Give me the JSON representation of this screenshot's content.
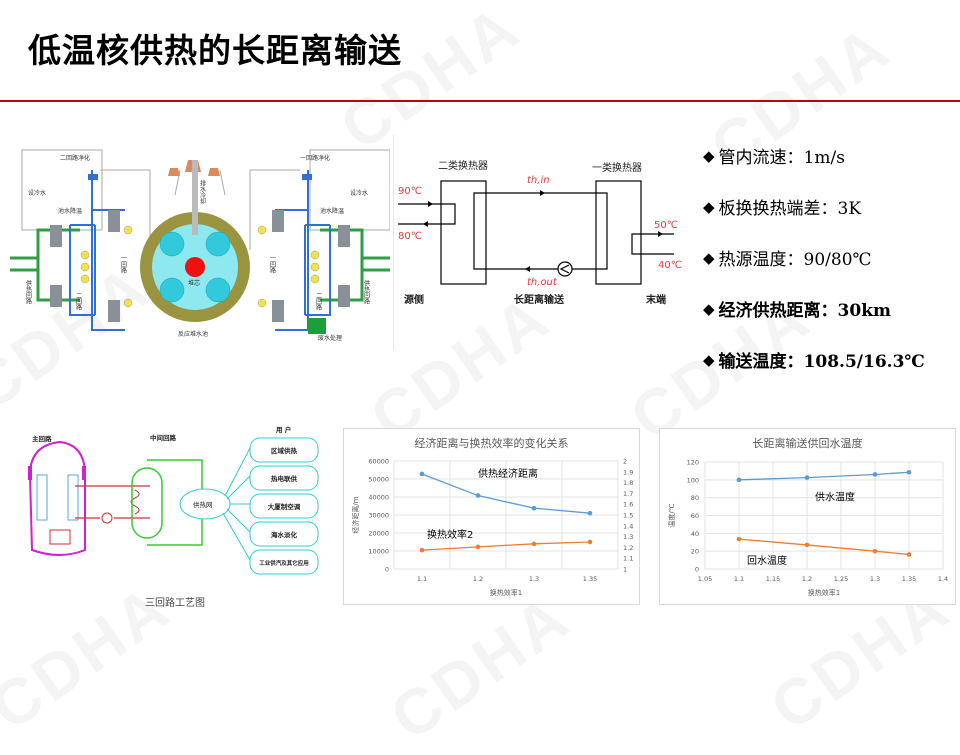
{
  "title": "低温核供热的长距离输送",
  "watermark": "CDHA",
  "bullets": [
    {
      "label": "管内流速：1m/s",
      "bold": false
    },
    {
      "label": "板换换热端差：3K",
      "bold": false
    },
    {
      "label": "热源温度：90/80℃",
      "bold": false
    },
    {
      "label": "经济供热距离：30km",
      "bold": true
    },
    {
      "label": "输送温度：108.5/16.3℃",
      "bold": true
    }
  ],
  "reactor_diagram": {
    "labels": {
      "loop2_purify": "二回路净化",
      "loop1_purify": "一回路净化",
      "cooling_water_l": "设冷水",
      "cooling_water_r": "设冷水",
      "pool_cool_l": "池水降温",
      "pool_cool_r": "池水降温",
      "core": "堆芯",
      "pool": "反应堆水池",
      "heating_loop_l": "供热回路",
      "heating_loop_r": "供热回路",
      "loop1_l": "一回路",
      "loop2_l": "二回路",
      "loop1_r": "一回路",
      "loop2_r": "二回路",
      "waste": "废水处理",
      "exhaust": "排水冷却"
    }
  },
  "transport_diagram": {
    "hx2": "二类换热器",
    "hx1": "一类换热器",
    "t_in": "th,in",
    "t_out": "th,out",
    "source_supply": "90℃",
    "source_return": "80℃",
    "end_supply": "50℃",
    "end_return": "40℃",
    "source": "源侧",
    "transport": "长距离输送",
    "end": "末端",
    "temp_color": "#e03c3c"
  },
  "three_loop_diagram": {
    "primary": "主回路",
    "intermediate": "中间回路",
    "users": "用 户",
    "network": "供热网",
    "user_items": [
      "区域供热",
      "热电联供",
      "大厦制空调",
      "海水淡化",
      "工业供汽及其它应用"
    ],
    "caption": "三回路工艺图"
  },
  "chart_data": [
    {
      "type": "line",
      "title": "经济距离与换热效率的变化关系",
      "xlabel": "换热效率1",
      "ylabel": "经济距离/m",
      "categories": [
        "1.1",
        "1.2",
        "1.3",
        "1.35"
      ],
      "ylim": [
        0,
        60000
      ],
      "yticks": [
        "0",
        "10000",
        "20000",
        "30000",
        "40000",
        "50000",
        "60000"
      ],
      "y2lim": [
        1,
        2
      ],
      "y2ticks": [
        "1",
        "1.1",
        "1.2",
        "1.3",
        "1.4",
        "1.5",
        "1.6",
        "1.7",
        "1.8",
        "1.9",
        "2"
      ],
      "grid": true,
      "series": [
        {
          "name": "供热经济距离",
          "axis": "left",
          "color": "#5b9bd5",
          "values": [
            52800,
            40800,
            33800,
            31000
          ]
        },
        {
          "name": "换热效率2",
          "axis": "right",
          "color": "#ed7d31",
          "values": [
            1.175,
            1.205,
            1.233,
            1.25
          ]
        }
      ]
    },
    {
      "type": "scatter",
      "title": "长距离输送供回水温度",
      "xlabel": "换热效率1",
      "ylabel": "温度/℃",
      "xlim": [
        1.05,
        1.4
      ],
      "xticks": [
        "1.05",
        "1.1",
        "1.15",
        "1.2",
        "1.25",
        "1.3",
        "1.35",
        "1.4"
      ],
      "ylim": [
        0,
        120
      ],
      "yticks": [
        "0",
        "20",
        "40",
        "60",
        "80",
        "100",
        "120"
      ],
      "grid": true,
      "x": [
        1.1,
        1.2,
        1.3,
        1.35
      ],
      "series": [
        {
          "name": "供水温度",
          "color": "#5b9bd5",
          "values": [
            100,
            102.5,
            106,
            108.5
          ]
        },
        {
          "name": "回水温度",
          "color": "#ed7d31",
          "values": [
            33.5,
            27,
            20,
            16.3
          ]
        }
      ]
    }
  ]
}
